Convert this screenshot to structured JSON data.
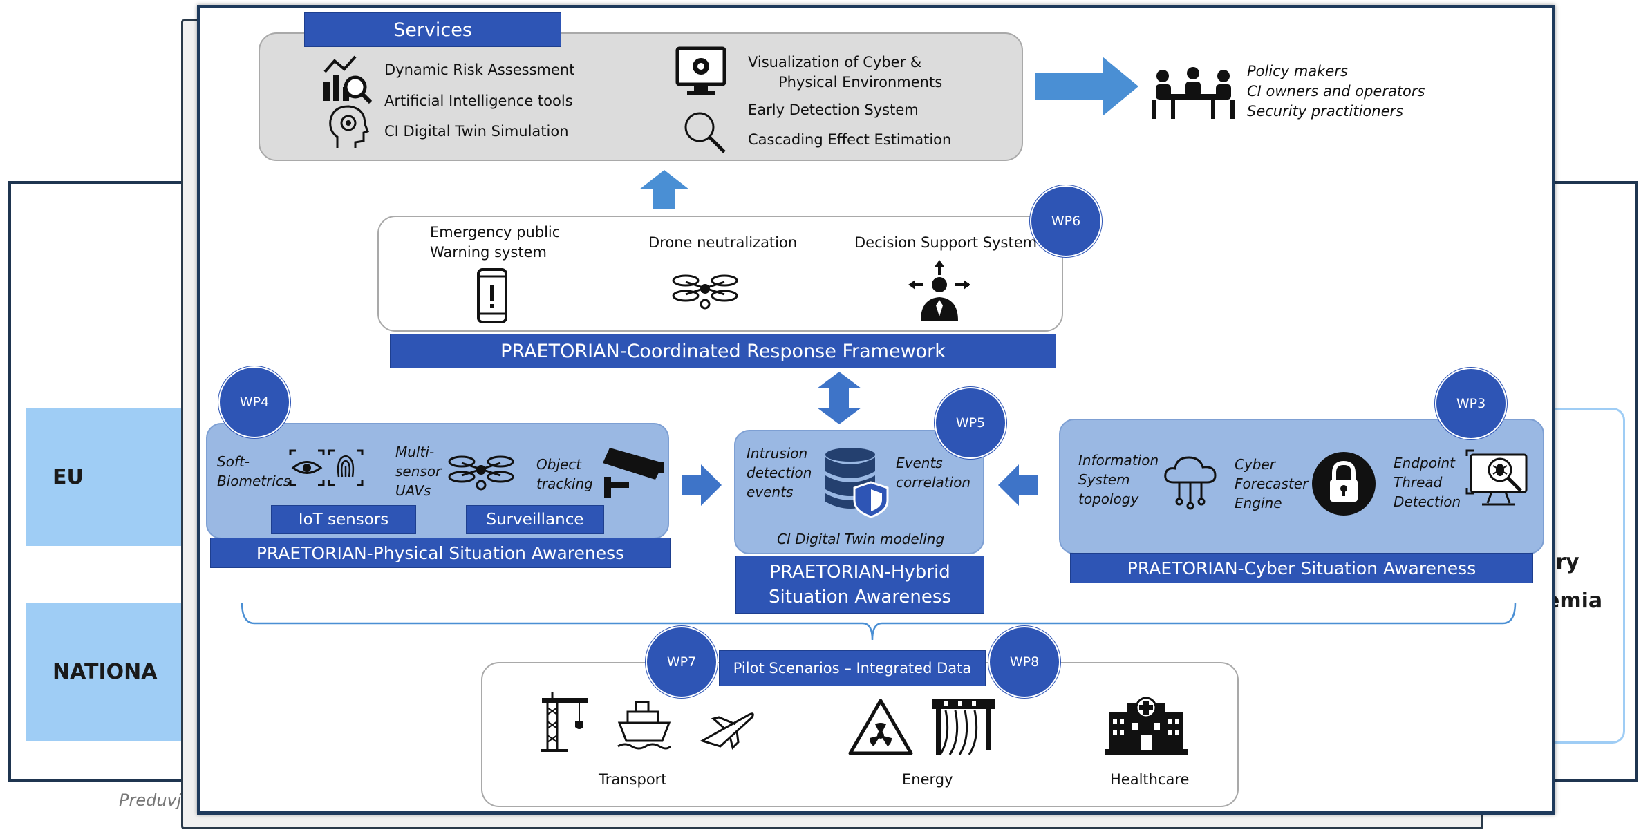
{
  "background": {
    "eu_label": "EU",
    "national_label": "NATIONA",
    "try_fragment": "try",
    "emia_fragment": "emia",
    "footer_fragment": "Preduvj"
  },
  "services": {
    "title": "Services",
    "left_items": [
      "Dynamic Risk Assessment",
      "Artificial Intelligence tools",
      "CI Digital Twin Simulation"
    ],
    "right_items": [
      "Visualization of Cyber &",
      "Physical Environments",
      "Early Detection System",
      "Cascading Effect Estimation"
    ]
  },
  "stakeholders": [
    "Policy makers",
    "CI owners and operators",
    "Security practitioners"
  ],
  "response": {
    "wp": "WP6",
    "emergency_line1": "Emergency public",
    "emergency_line2": "Warning system",
    "drone": "Drone neutralization",
    "dss": "Decision Support System",
    "bar": "PRAETORIAN-Coordinated Response Framework"
  },
  "physical": {
    "wp": "WP4",
    "soft_biometrics": [
      "Soft-",
      "Biometrics"
    ],
    "multi_sensor": [
      "Multi-",
      "sensor",
      "UAVs"
    ],
    "object_tracking": [
      "Object",
      "tracking"
    ],
    "iot": "IoT sensors",
    "surveillance": "Surveillance",
    "bar": "PRAETORIAN-Physical Situation Awareness"
  },
  "hybrid": {
    "wp": "WP5",
    "intrusion": [
      "Intrusion",
      "detection",
      "events"
    ],
    "events": [
      "Events",
      "correlation"
    ],
    "twin": "CI Digital Twin modeling",
    "bar_line1": "PRAETORIAN-Hybrid",
    "bar_line2": "Situation Awareness"
  },
  "cyber": {
    "wp": "WP3",
    "info": [
      "Information",
      "System",
      "topology"
    ],
    "forecaster": [
      "Cyber",
      "Forecaster",
      "Engine"
    ],
    "endpoint": [
      "Endpoint",
      "Thread",
      "Detection"
    ],
    "bar": "PRAETORIAN-Cyber Situation Awareness"
  },
  "pilot": {
    "wp7": "WP7",
    "wp8": "WP8",
    "title": "Pilot Scenarios – Integrated Data",
    "transport": "Transport",
    "energy": "Energy",
    "healthcare": "Healthcare"
  },
  "colors": {
    "primary_blue": "#2e55b5",
    "soft_blue": "#9ab8e3",
    "frame": "#1e3a5c",
    "arrow": "#4a8fd4"
  }
}
